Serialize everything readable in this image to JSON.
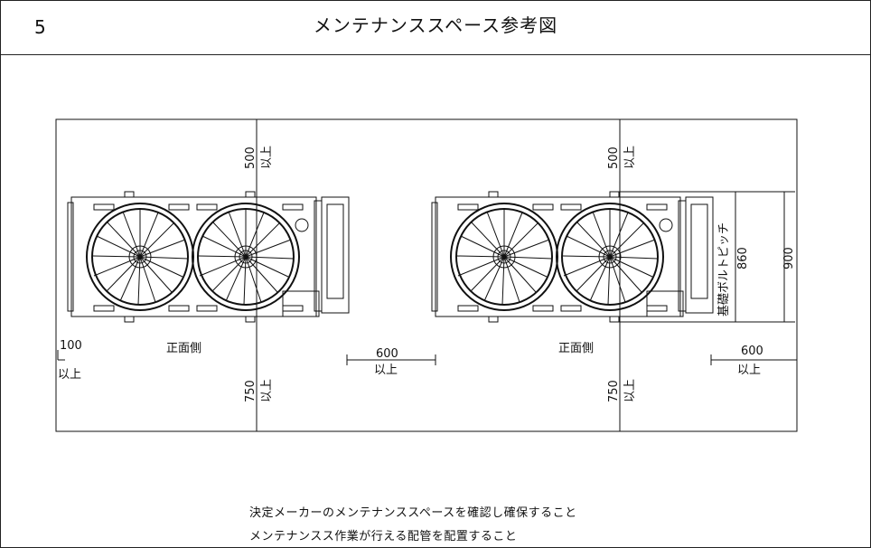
{
  "header": {
    "page_number": "5",
    "title": "メンテナンススペース参考図"
  },
  "labels": {
    "front_side": "正面側",
    "or_more": "以上",
    "dim_top_left": "500",
    "dim_top_right": "500",
    "dim_bottom_left": "750",
    "dim_bottom_right": "750",
    "dim_left": "100",
    "dim_between": "600",
    "dim_right": "600",
    "dim_pitch": "860",
    "dim_depth": "900",
    "foundation_bolt_pitch": "基礎ボルトピッチ"
  },
  "notes": [
    "決定メーカーのメンテナンススペースを確認し確保すること",
    "メンテナンスス作業が行える配管を配置すること"
  ]
}
